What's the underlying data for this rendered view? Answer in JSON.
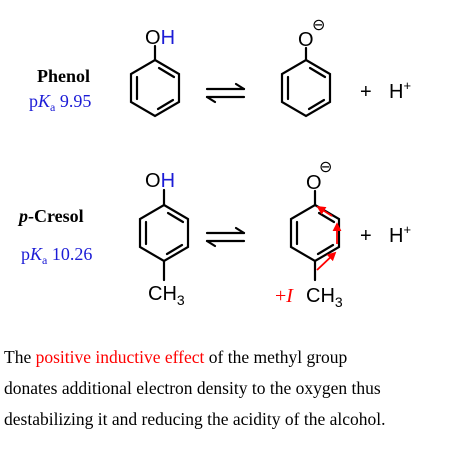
{
  "colors": {
    "text": "#000000",
    "label_blue": "#1c1cd6",
    "accent_red": "#ff0000",
    "oh_h_blue": "#1c1cd6"
  },
  "reaction1": {
    "name": "Phenol",
    "pka_p": "p",
    "pka_K": "K",
    "pka_a": "a",
    "pka_value": " 9.95",
    "oh_o": "O",
    "oh_h": "H",
    "phenoxide_o": "O",
    "charge": "⊖",
    "plus": "+",
    "h": "H",
    "h_charge": "+"
  },
  "reaction2": {
    "name_italic": "p",
    "name_rest": "-Cresol",
    "pka_p": "p",
    "pka_K": "K",
    "pka_a": "a",
    "pka_value": " 10.26",
    "oh_o": "O",
    "oh_h": "H",
    "methyl_c": "CH",
    "methyl_sub": "3",
    "phenoxide_o": "O",
    "charge": "⊖",
    "plus": "+",
    "h": "H",
    "h_charge": "+",
    "effect_sign": "+",
    "effect_I": "I",
    "methyl2_c": "CH",
    "methyl2_sub": "3"
  },
  "caption": {
    "line1_a": "The ",
    "line1_highlight": "positive inductive effect",
    "line1_b": " of the methyl group",
    "line2": "donates additional electron density to the oxygen thus",
    "line3": "destabilizing it and reducing the acidity of the alcohol."
  }
}
